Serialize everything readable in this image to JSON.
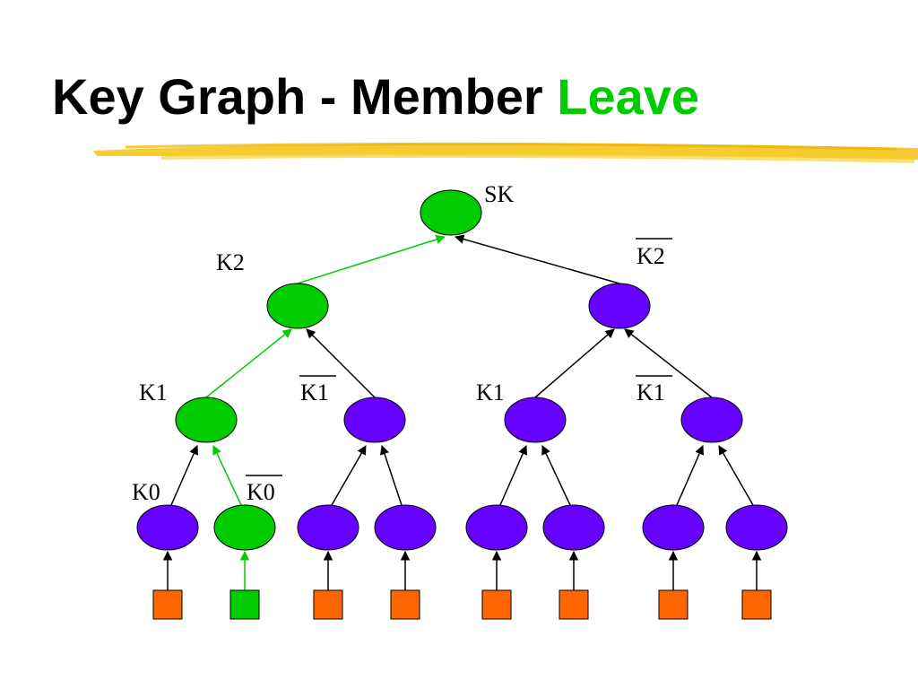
{
  "slide": {
    "title_main": "Key Graph - Member ",
    "title_accent": "Leave"
  },
  "colors": {
    "green": "#00cc00",
    "purple": "#6600ff",
    "orange": "#ff6600",
    "highlight": "#f5c518",
    "edge_black": "#000000",
    "edge_green": "#00cc00"
  },
  "labels": {
    "sk": "SK",
    "k2": "K2",
    "k2_bar": "K2",
    "k1_left": "K1",
    "k1_bar_left": "K1",
    "k1_right": "K1",
    "k1_bar_right": "K1",
    "k0": "K0",
    "k0_bar": "K0"
  },
  "tree": {
    "root_state": "green",
    "level1_states": [
      "green",
      "purple"
    ],
    "level2_states": [
      "green",
      "purple",
      "purple",
      "purple"
    ],
    "level3_states": [
      "purple",
      "green",
      "purple",
      "purple",
      "purple",
      "purple",
      "purple",
      "purple"
    ],
    "member_states": [
      "orange",
      "green",
      "orange",
      "orange",
      "orange",
      "orange",
      "orange",
      "orange"
    ]
  }
}
